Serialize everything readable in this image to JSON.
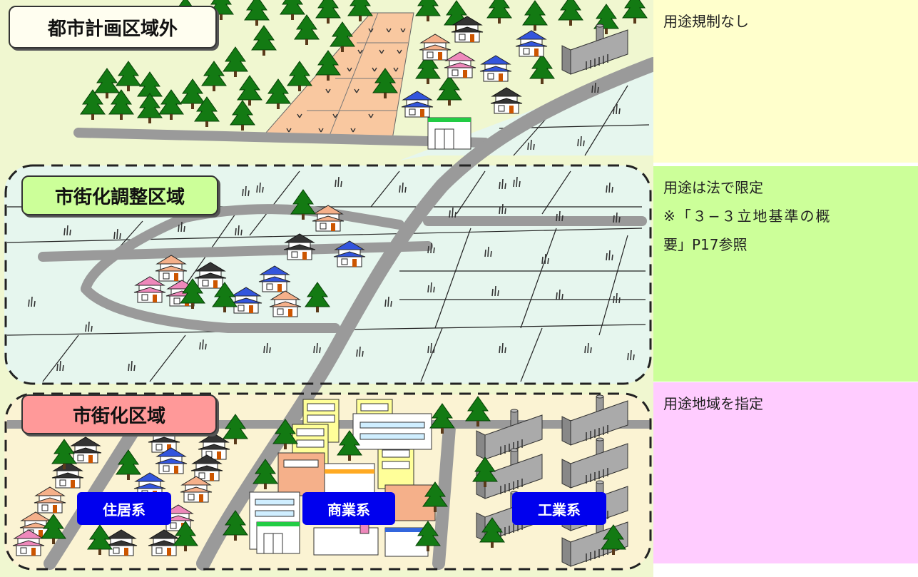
{
  "zones": [
    {
      "id": "outside",
      "label": "都市計画区域外",
      "label_bg": "#fffef0",
      "description": [
        "用途規制なし"
      ],
      "desc_bg": "#ffffcc"
    },
    {
      "id": "urbanization_control",
      "label": "市街化調整区域",
      "label_bg": "#ccff99",
      "description": [
        "用途は法で限定",
        "※「３−３立地基準の概",
        "要」P17参照"
      ],
      "desc_bg": "#ccff99"
    },
    {
      "id": "urbanization",
      "label": "市街化区域",
      "label_bg": "#ff9999",
      "description": [
        "用途地域を指定"
      ],
      "desc_bg": "#ffccff"
    }
  ],
  "categories": {
    "residential": "住居系",
    "commercial": "商業系",
    "industrial": "工業系"
  },
  "colors": {
    "grass_outside": "#f0f7d0",
    "grass_fields": "#e6f6ee",
    "road": "#9a9a9a",
    "farm": "#f9c8a0",
    "tree": "#137a13",
    "dash_border": "#222222"
  }
}
